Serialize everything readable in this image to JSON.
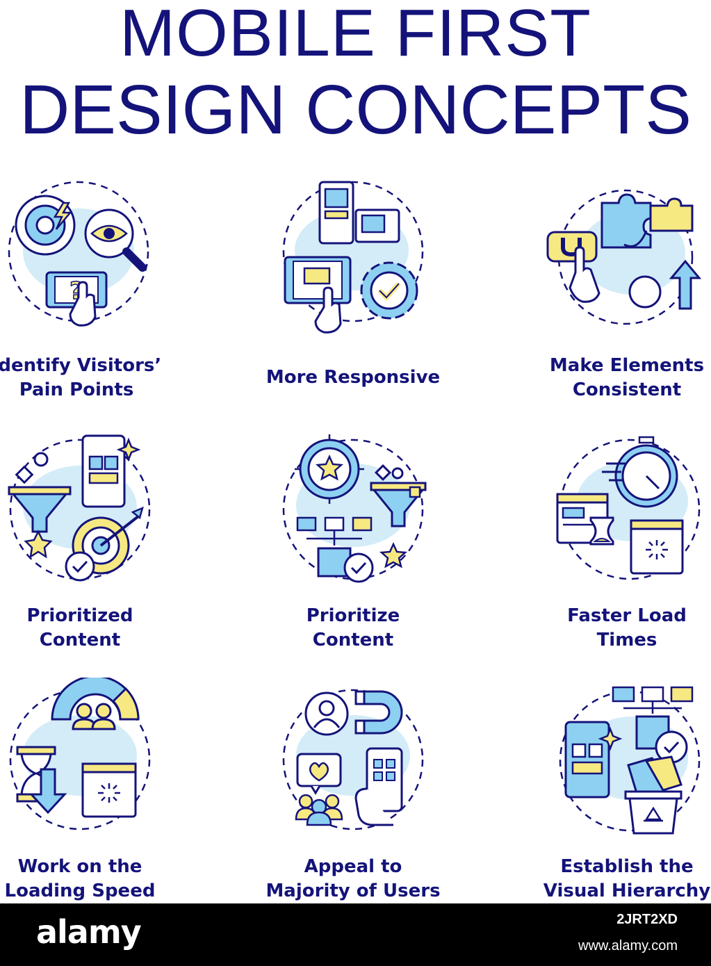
{
  "title": {
    "line1": "MOBILE FIRST",
    "line2": "DESIGN CONCEPTS"
  },
  "colors": {
    "ink": "#14137a",
    "light_blue": "#d3ecf8",
    "blue": "#8ed0f1",
    "yellow": "#f7e982"
  },
  "concepts": [
    {
      "icon": "target-eye-phone-icon",
      "label": "Identify Visitors’\nPain Points"
    },
    {
      "icon": "responsive-devices-gear-icon",
      "label": "More Responsive"
    },
    {
      "icon": "puzzle-magnet-hands-icon",
      "label": "Make Elements\nConsistent"
    },
    {
      "icon": "funnel-phone-target-icon",
      "label": "Prioritized\nContent"
    },
    {
      "icon": "star-target-funnel-chart-icon",
      "label": "Prioritize\nContent"
    },
    {
      "icon": "stopwatch-hourglass-windows-icon",
      "label": "Faster Load\nTimes"
    },
    {
      "icon": "gauge-hourglass-arrow-icon",
      "label": "Work on the\nLoading Speed"
    },
    {
      "icon": "user-magnet-phone-icon",
      "label": "Appeal to\nMajority of Users"
    },
    {
      "icon": "hierarchy-phone-recycle-icon",
      "label": "Establish the\nVisual Hierarchy"
    }
  ],
  "footer": {
    "brand": "alamy",
    "image_id": "2JRT2XD",
    "site": "www.alamy.com"
  }
}
